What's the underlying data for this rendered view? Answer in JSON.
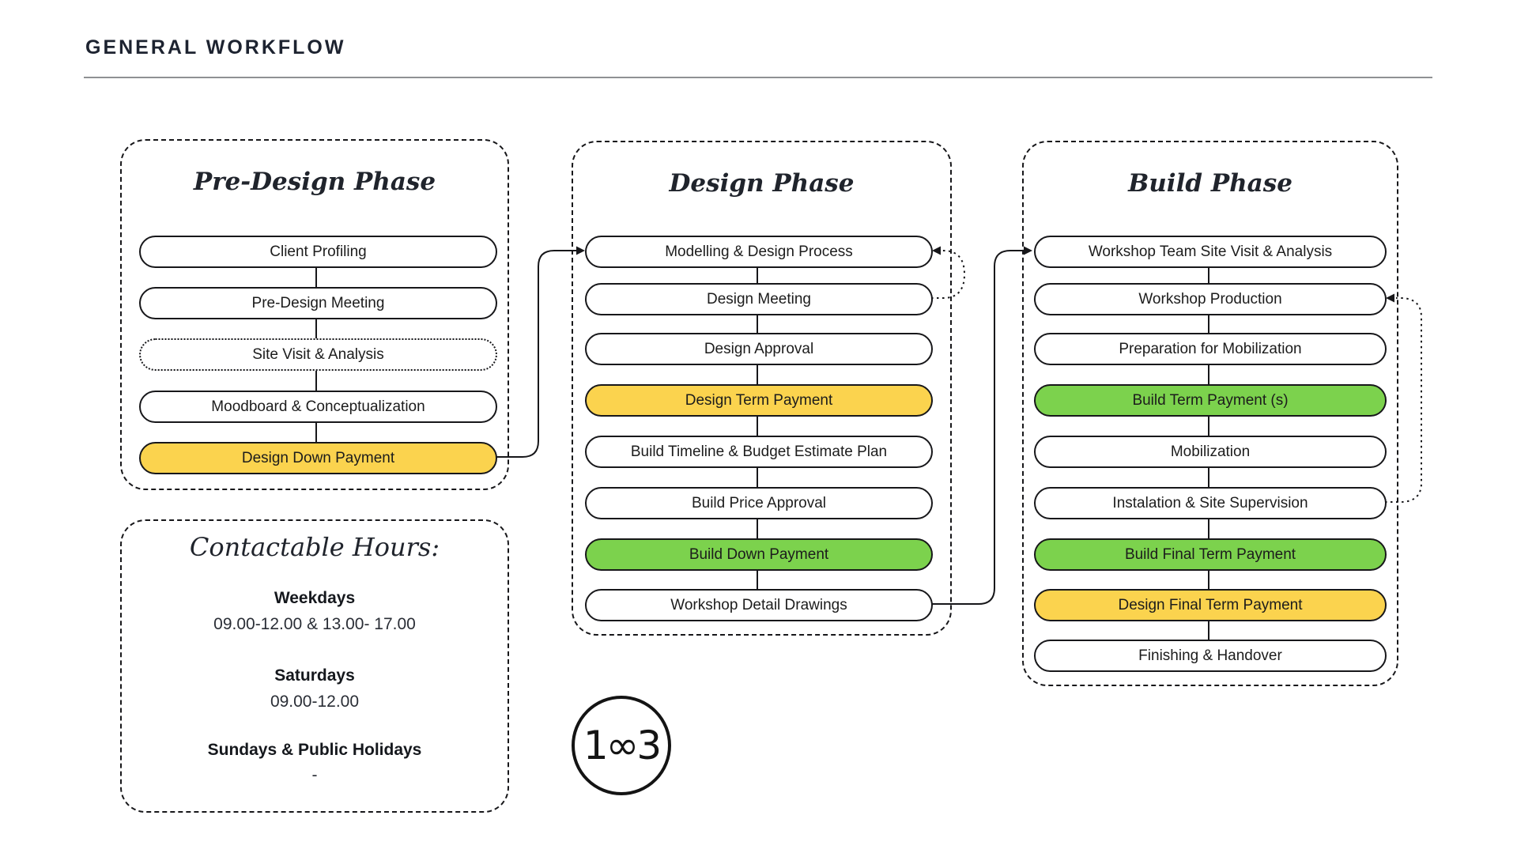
{
  "page": {
    "title": "GENERAL WORKFLOW"
  },
  "colors": {
    "yellow": "#FBD34E",
    "green": "#7CD24D",
    "ink": "#17171a",
    "rule_gray": "#8f9193"
  },
  "phases": [
    {
      "title": "Pre-Design Phase",
      "steps": [
        {
          "label": "Client Profiling",
          "style": "solid"
        },
        {
          "label": "Pre-Design Meeting",
          "style": "solid"
        },
        {
          "label": "Site Visit & Analysis",
          "style": "dotted"
        },
        {
          "label": "Moodboard & Conceptualization",
          "style": "solid"
        },
        {
          "label": "Design Down Payment",
          "style": "yellow"
        }
      ]
    },
    {
      "title": "Design Phase",
      "steps": [
        {
          "label": "Modelling & Design Process",
          "style": "solid"
        },
        {
          "label": "Design Meeting",
          "style": "solid"
        },
        {
          "label": "Design Approval",
          "style": "solid"
        },
        {
          "label": "Design Term Payment",
          "style": "yellow"
        },
        {
          "label": "Build Timeline & Budget Estimate Plan",
          "style": "solid"
        },
        {
          "label": "Build Price Approval",
          "style": "solid"
        },
        {
          "label": "Build Down Payment",
          "style": "green"
        },
        {
          "label": "Workshop Detail Drawings",
          "style": "solid"
        }
      ]
    },
    {
      "title": "Build Phase",
      "steps": [
        {
          "label": "Workshop Team Site Visit & Analysis",
          "style": "solid"
        },
        {
          "label": "Workshop Production",
          "style": "solid"
        },
        {
          "label": "Preparation for Mobilization",
          "style": "solid"
        },
        {
          "label": "Build Term Payment (s)",
          "style": "green"
        },
        {
          "label": "Mobilization",
          "style": "solid"
        },
        {
          "label": "Instalation & Site Supervision",
          "style": "solid"
        },
        {
          "label": "Build Final Term Payment",
          "style": "green"
        },
        {
          "label": "Design Final Term Payment",
          "style": "yellow"
        },
        {
          "label": "Finishing & Handover",
          "style": "solid"
        }
      ]
    }
  ],
  "contact": {
    "title": "Contactable Hours:",
    "entries": [
      {
        "label": "Weekdays",
        "hours": "09.00-12.00 & 13.00- 17.00"
      },
      {
        "label": "Saturdays",
        "hours": "09.00-12.00"
      },
      {
        "label": "Sundays & Public Holidays",
        "hours": "-"
      }
    ]
  },
  "logo": {
    "text": "1∞3"
  }
}
